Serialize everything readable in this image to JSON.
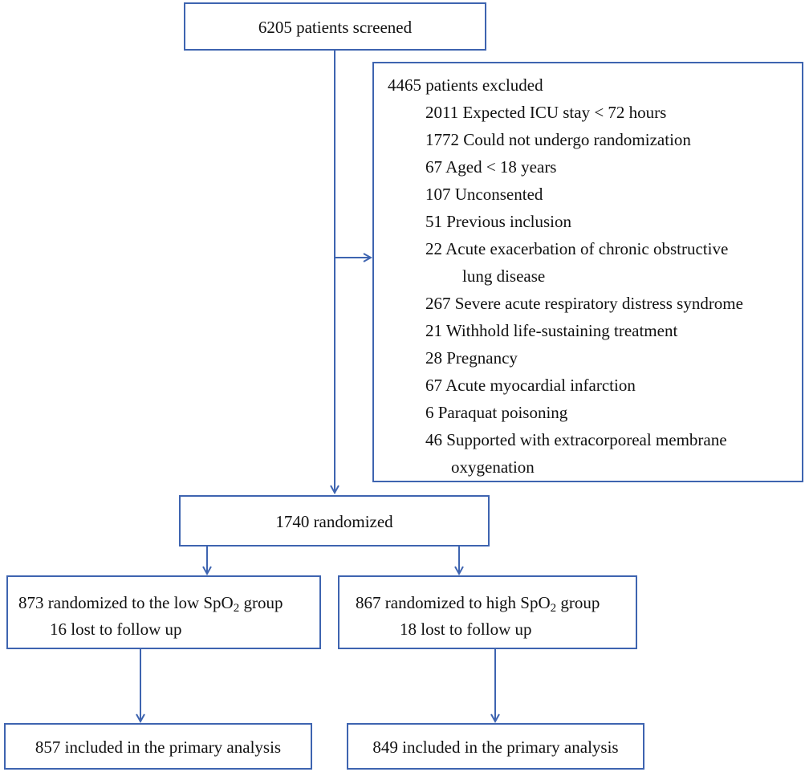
{
  "screened": {
    "label": "6205 patients screened"
  },
  "excluded": {
    "header": "4465 patients excluded",
    "reasons": [
      "2011 Expected ICU stay < 72 hours",
      "1772 Could not undergo randomization",
      "67 Aged < 18 years",
      "107 Unconsented",
      "51 Previous inclusion",
      "22 Acute exacerbation of chronic obstructive",
      "lung disease",
      "267 Severe acute respiratory distress syndrome",
      "21 Withhold life-sustaining treatment",
      "28 Pregnancy",
      "67 Acute myocardial infarction",
      "6 Paraquat poisoning",
      "46 Supported with extracorporeal membrane",
      "oxygenation"
    ]
  },
  "randomized": {
    "label": "1740 randomized"
  },
  "low_group": {
    "label_pre": "873 randomized to the low SpO",
    "label_sub": "2",
    "label_post": " group",
    "lost": "16 lost to follow up",
    "analysis": "857 included in the primary analysis"
  },
  "high_group": {
    "label_pre": "867 randomized to high SpO",
    "label_sub": "2",
    "label_post": " group",
    "lost": "18 lost to follow up",
    "analysis": "849 included in the primary analysis"
  },
  "colors": {
    "line": "#3e64b0",
    "text": "#111111"
  }
}
